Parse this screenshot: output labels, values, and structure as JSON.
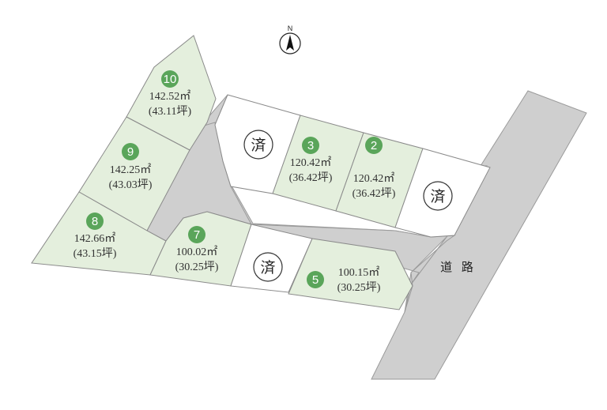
{
  "compass": {
    "label": "N"
  },
  "road": {
    "label": "道 路"
  },
  "sold_label": "済",
  "lots": {
    "lot10": {
      "number": "10",
      "area_sqm": "142.52㎡",
      "area_tsubo": "(43.11坪)"
    },
    "lot9": {
      "number": "9",
      "area_sqm": "142.25㎡",
      "area_tsubo": "(43.03坪)"
    },
    "lot8": {
      "number": "8",
      "area_sqm": "142.66㎡",
      "area_tsubo": "(43.15坪)"
    },
    "lot7": {
      "number": "7",
      "area_sqm": "100.02㎡",
      "area_tsubo": "(30.25坪)"
    },
    "lot5": {
      "number": "5",
      "area_sqm": "100.15㎡",
      "area_tsubo": "(30.25坪)"
    },
    "lot3": {
      "number": "3",
      "area_sqm": "120.42㎡",
      "area_tsubo": "(36.42坪)"
    },
    "lot2": {
      "number": "2",
      "area_sqm": "120.42㎡",
      "area_tsubo": "(36.42坪)"
    }
  },
  "colors": {
    "available_lot": "#e4efdd",
    "sold_lot": "#ffffff",
    "road": "#cfcfcf",
    "badge": "#5aa55a"
  }
}
